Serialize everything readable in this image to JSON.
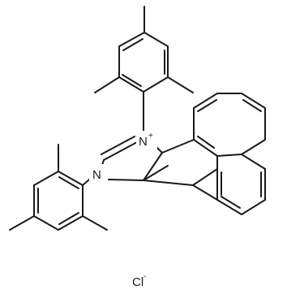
{
  "molecule": {
    "atoms": {
      "n_plus": {
        "symbol": "N",
        "charge": "+"
      },
      "n_neutral": {
        "symbol": "N",
        "charge": ""
      },
      "counterion": {
        "symbol": "Cl",
        "charge": "-"
      }
    }
  }
}
